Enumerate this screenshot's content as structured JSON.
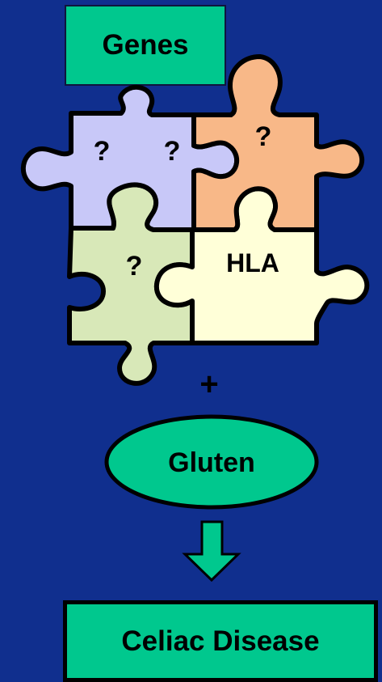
{
  "genes_label": "Genes",
  "puzzle": {
    "top_left_marks": [
      "?",
      "?"
    ],
    "top_right_mark": "?",
    "bottom_left_mark": "?",
    "bottom_right_label": "HLA"
  },
  "plus_sign": "+",
  "gluten_label": "Gluten",
  "result_label": "Celiac Disease",
  "colors": {
    "background": "#102f8e",
    "box_fill": "#00c88e",
    "piece_top_left": "#c8c8f8",
    "piece_top_right": "#f8b888",
    "piece_bottom_left": "#d8e8b8",
    "piece_bottom_right": "#ffffd8"
  }
}
